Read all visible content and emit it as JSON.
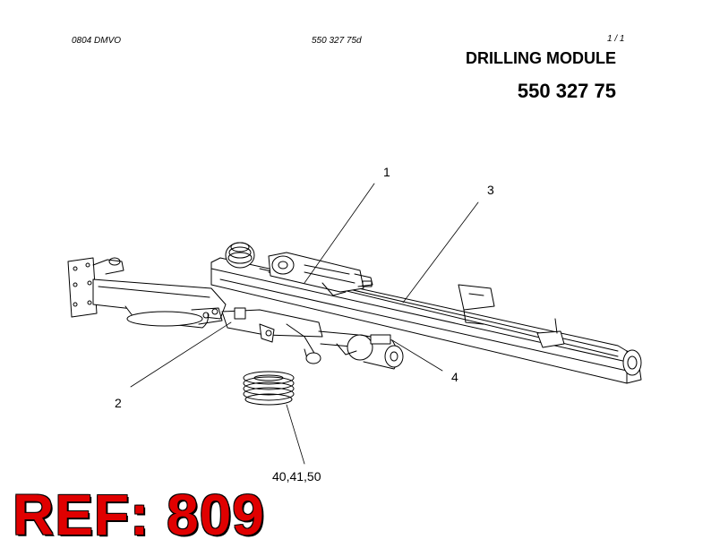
{
  "header": {
    "doc_code": "0804 DMVO",
    "sheet_code": "550 327 75d",
    "page": "1 /   1"
  },
  "title": "DRILLING MODULE",
  "part_number": "550 327 75",
  "callouts": {
    "c1": "1",
    "c2": "2",
    "c3": "3",
    "c4": "4",
    "c5": "40,41,50"
  },
  "ref_label": "REF: 809"
}
